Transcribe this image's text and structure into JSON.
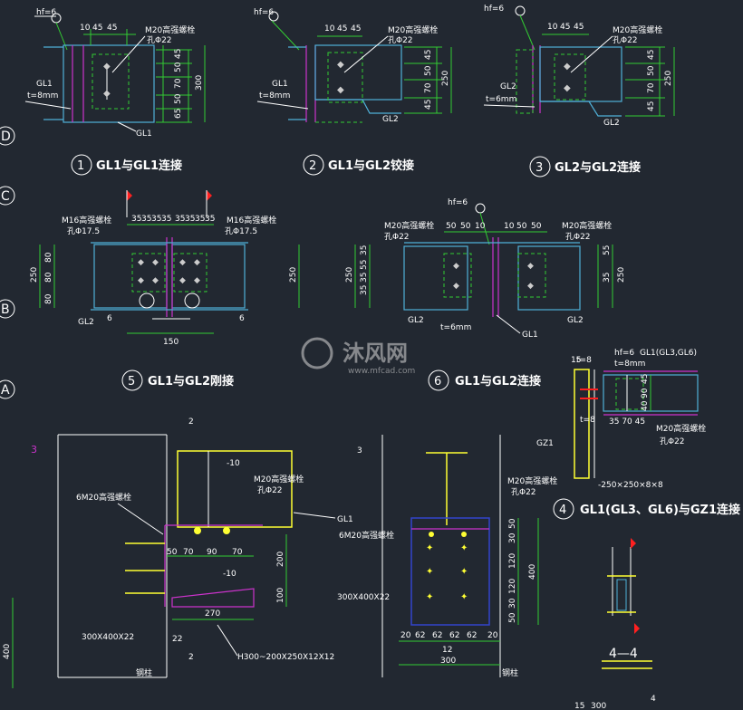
{
  "grid_labels": [
    "D",
    "C",
    "B",
    "A"
  ],
  "weld": {
    "hf": "hf=6",
    "t8": "t=8mm",
    "t6": "t=6mm",
    "t8b": "t=8"
  },
  "bolt_note": {
    "m20": "M20高强螺栓",
    "hole22": "孔Φ22",
    "m16": "M16高强螺栓",
    "hole175": "孔Φ17.5",
    "m20_6": "6M20高强螺栓"
  },
  "beams": {
    "gl1": "GL1",
    "gl2": "GL2",
    "gz1": "GZ1",
    "gl1_multi": "GL1(GL3,GL6)"
  },
  "captions": {
    "c1_num": "1",
    "c1": "GL1与GL1连接",
    "c2_num": "2",
    "c2": "GL1与GL2铰接",
    "c3_num": "3",
    "c3": "GL2与GL2连接",
    "c4_num": "4",
    "c4": "GL1(GL3、GL6)与GZ1连接",
    "c5_num": "5",
    "c5": "GL1与GL2刚接",
    "c6_num": "6",
    "c6": "GL1与GL2连接"
  },
  "dims": {
    "top": [
      "10",
      "45",
      "45"
    ],
    "d1_v": [
      "45",
      "50",
      "70",
      "50",
      "65"
    ],
    "d1_total": "300",
    "d2_v": [
      "45",
      "50",
      "70",
      "45"
    ],
    "d2_total": "250",
    "d3_v": [
      "45",
      "50",
      "70",
      "45"
    ],
    "d3_total": "250",
    "d5_top": [
      "35",
      "35",
      "35",
      "35",
      "35",
      "35",
      "35",
      "35"
    ],
    "d5_left": [
      "80",
      "80",
      "80"
    ],
    "d5_total": "250",
    "d5_bottom": "150",
    "d5_six": "6",
    "d6_top": [
      "50",
      "50",
      "10",
      "10",
      "50",
      "50"
    ],
    "d6_v": [
      "35",
      "55",
      "35",
      "35",
      "55",
      "35"
    ],
    "d6_total": "250",
    "d4_v": [
      "45",
      "90",
      "40"
    ],
    "d4_15": "15",
    "d4_plate": "-250×250×8×8",
    "d4_3570": "35 70 45",
    "bl_top": [
      "-10"
    ],
    "bl_h": [
      "50",
      "70",
      "90",
      "70"
    ],
    "bl_v": [
      "200",
      "100"
    ],
    "bl_270": "270",
    "bl_22": "22",
    "bl_plate": "300X400X22",
    "bl_h300": "H300~200X250X12X12",
    "bl_minus10": "-10",
    "bl_400": "400",
    "bm_v": [
      "50",
      "30",
      "120",
      "120",
      "30",
      "50"
    ],
    "bm_400": "400",
    "bm_h": [
      "20",
      "62",
      "62",
      "62",
      "62",
      "20"
    ],
    "bm_12": "12",
    "bm_300": "300",
    "bm_plate": "300X400X22",
    "br_44": "4—4",
    "br_4": "4",
    "br_15": "15",
    "br_300": "300"
  },
  "sections": {
    "s2": "2",
    "s3": "3",
    "col_label": "钢柱"
  },
  "watermark": {
    "brand": "沐风网",
    "url": "www.mfcad.com"
  },
  "colors": {
    "bg": "#222831",
    "green": "#33cc33",
    "cyan": "#4fb0d8",
    "magenta": "#cc33cc",
    "yellow": "#ffff33",
    "white": "#ffffff",
    "red": "#ff2020"
  }
}
